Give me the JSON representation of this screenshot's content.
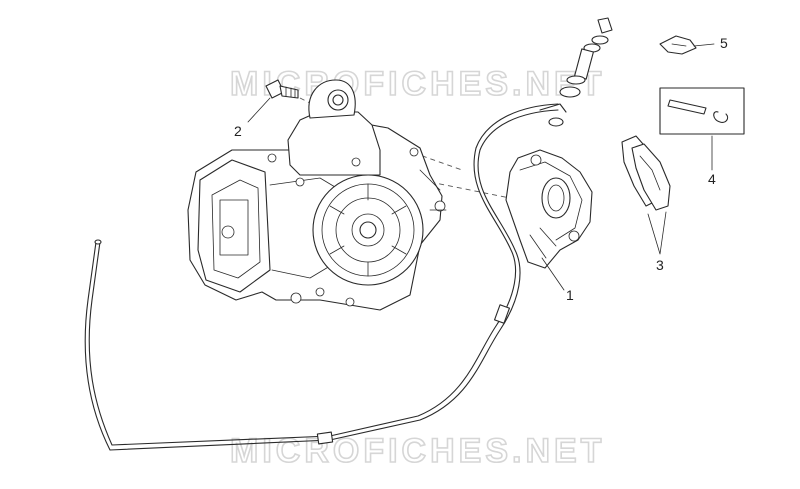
{
  "watermark": {
    "text": "MICROFICHES.NET"
  },
  "callouts": [
    {
      "id": "1",
      "label": "1"
    },
    {
      "id": "2",
      "label": "2"
    },
    {
      "id": "3",
      "label": "3"
    },
    {
      "id": "4",
      "label": "4"
    },
    {
      "id": "5",
      "label": "5"
    }
  ],
  "colors": {
    "line": "#2a2a2a",
    "watermark": "#d6d6d6",
    "background": "#ffffff"
  }
}
